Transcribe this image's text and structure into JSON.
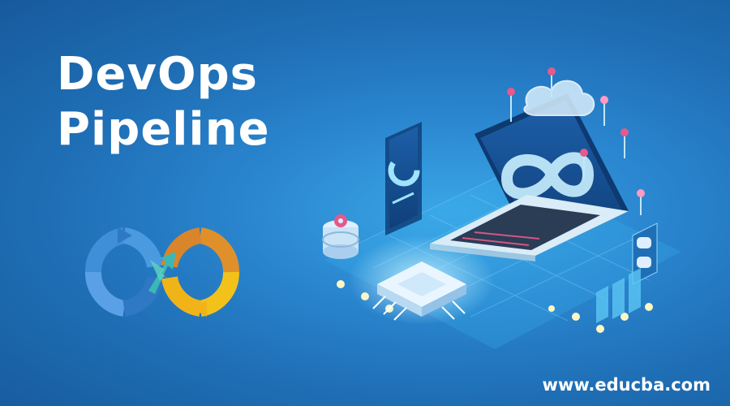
{
  "banner": {
    "title_line1": "DevOps",
    "title_line2": "Pipeline",
    "site_url": "www.educba.com"
  },
  "colors": {
    "background": "#2a86cf",
    "title_text": "#ffffff",
    "logo_blue": "#3f8fd8",
    "logo_orange": "#e0902a",
    "logo_yellow": "#f3c21a",
    "logo_teal": "#3bb7b7",
    "accent_pink": "#e45a8a"
  }
}
